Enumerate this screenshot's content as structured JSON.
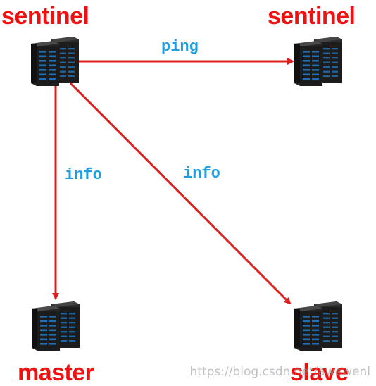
{
  "colors": {
    "node_label": "#ee1111",
    "edge": "#dd1f1f",
    "edge_label": "#1f9fe0",
    "server_body": "#1c1c1c",
    "server_led": "#1e6fb5"
  },
  "nodes": {
    "sentinel_left": {
      "label": "sentinel",
      "icon": "server-icon"
    },
    "sentinel_right": {
      "label": "sentinel",
      "icon": "server-icon"
    },
    "master": {
      "label": "master",
      "icon": "server-icon"
    },
    "slave": {
      "label": "slave",
      "icon": "server-icon"
    }
  },
  "edges": {
    "ping": {
      "label": "ping",
      "from": "sentinel_left",
      "to": "sentinel_right"
    },
    "info_master": {
      "label": "info",
      "from": "sentinel_left",
      "to": "master"
    },
    "info_slave": {
      "label": "info",
      "from": "sentinel_left",
      "to": "slave"
    }
  },
  "watermark": "https://blog.csdn.net/awewenl"
}
